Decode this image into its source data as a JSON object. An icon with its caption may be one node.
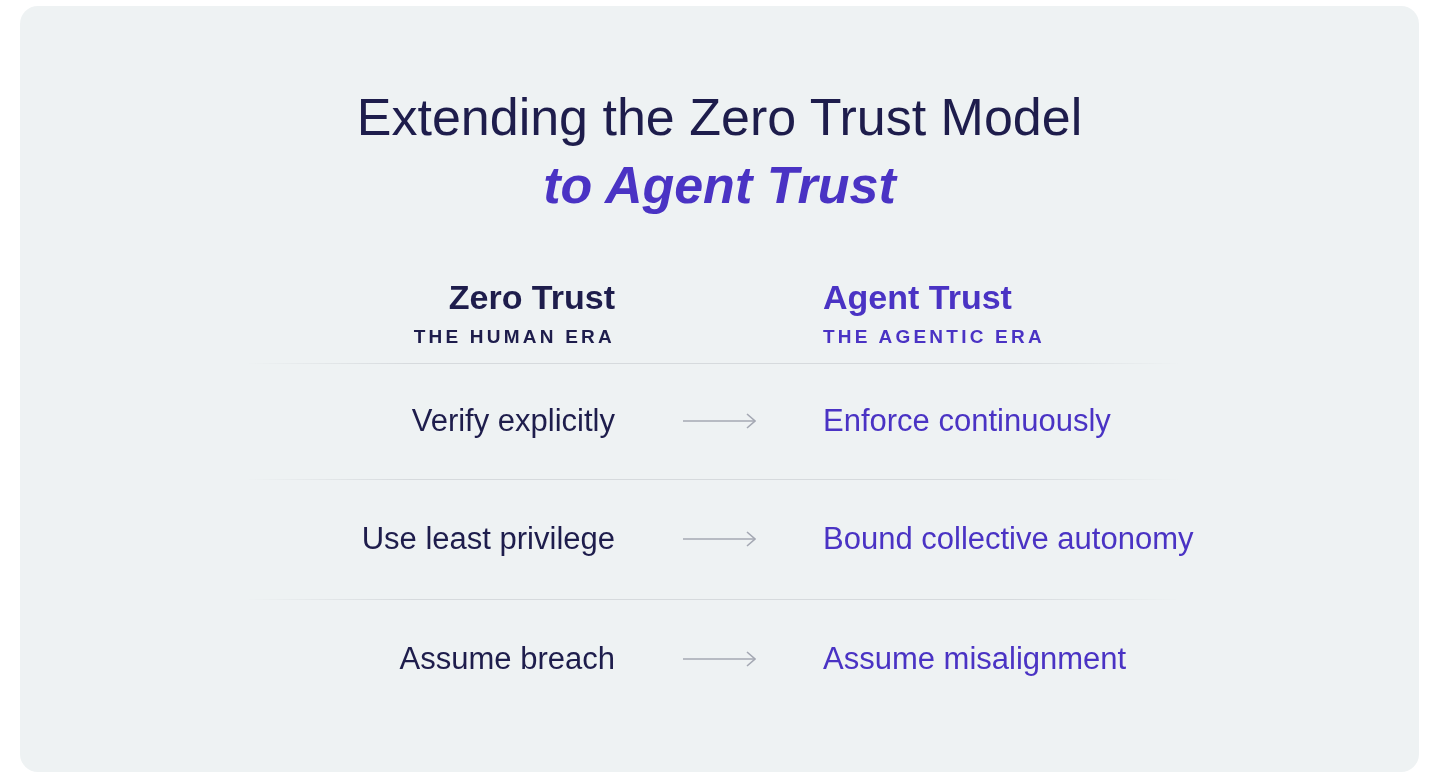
{
  "diagram": {
    "title": "Extending the Zero Trust Model *to Agent Trust*",
    "nodes": [
      {
        "text": [
          "Verify explicitly"
        ]
      },
      {
        "text": [
          "Enforce continuously"
        ]
      },
      {
        "text": [
          "Use least privilege"
        ]
      },
      {
        "text": [
          "Bound collective autonomy"
        ]
      },
      {
        "text": [
          "Assume breach"
        ]
      },
      {
        "text": [
          "Assume misalignment"
        ]
      }
    ],
    "edges": [
      {
        "from": 0,
        "to": 1,
        "arrow": "to"
      },
      {
        "from": 2,
        "to": 3,
        "arrow": "to"
      },
      {
        "from": 4,
        "to": 5,
        "arrow": "to"
      }
    ],
    "labels": [
      "Zero Trust",
      "THE HUMAN ERA",
      "Agent Trust",
      "THE AGENTIC ERA"
    ]
  }
}
